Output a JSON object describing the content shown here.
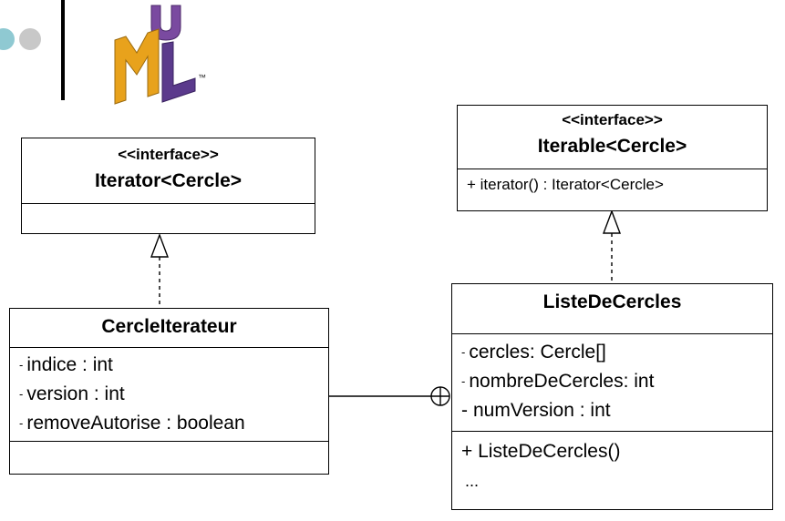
{
  "logo": {
    "letters": [
      "U",
      "M",
      "L"
    ],
    "trademark": "™",
    "colors": {
      "u": "#7a4aa0",
      "m": "#e8a21c",
      "l": "#5b3a8c"
    }
  },
  "decor": {
    "dot_colors": [
      "#8fc9d2",
      "#c8c8c8"
    ]
  },
  "classes": {
    "iterator": {
      "stereotype": "<<interface>>",
      "name": "Iterator<Cercle>"
    },
    "iterable": {
      "stereotype": "<<interface>>",
      "name": "Iterable<Cercle>",
      "operations": [
        {
          "text": "+ iterator() : Iterator<Cercle>"
        }
      ]
    },
    "cercle_iterateur": {
      "name": "CercleIterateur",
      "attributes": [
        {
          "marker": "-",
          "text": "indice : int"
        },
        {
          "marker": "-",
          "text": "version : int"
        },
        {
          "marker": "-",
          "text": "removeAutorise : boolean"
        }
      ]
    },
    "liste": {
      "name": "ListeDeCercles",
      "attributes": [
        {
          "marker": "-",
          "text": "cercles: Cercle[]"
        },
        {
          "marker": "-",
          "text": "nombreDeCercles: int"
        },
        {
          "marker": "-",
          "text": "numVersion : int"
        }
      ],
      "operations": [
        {
          "text": "+ ListeDeCercles()"
        },
        {
          "text": " ..."
        }
      ]
    }
  }
}
